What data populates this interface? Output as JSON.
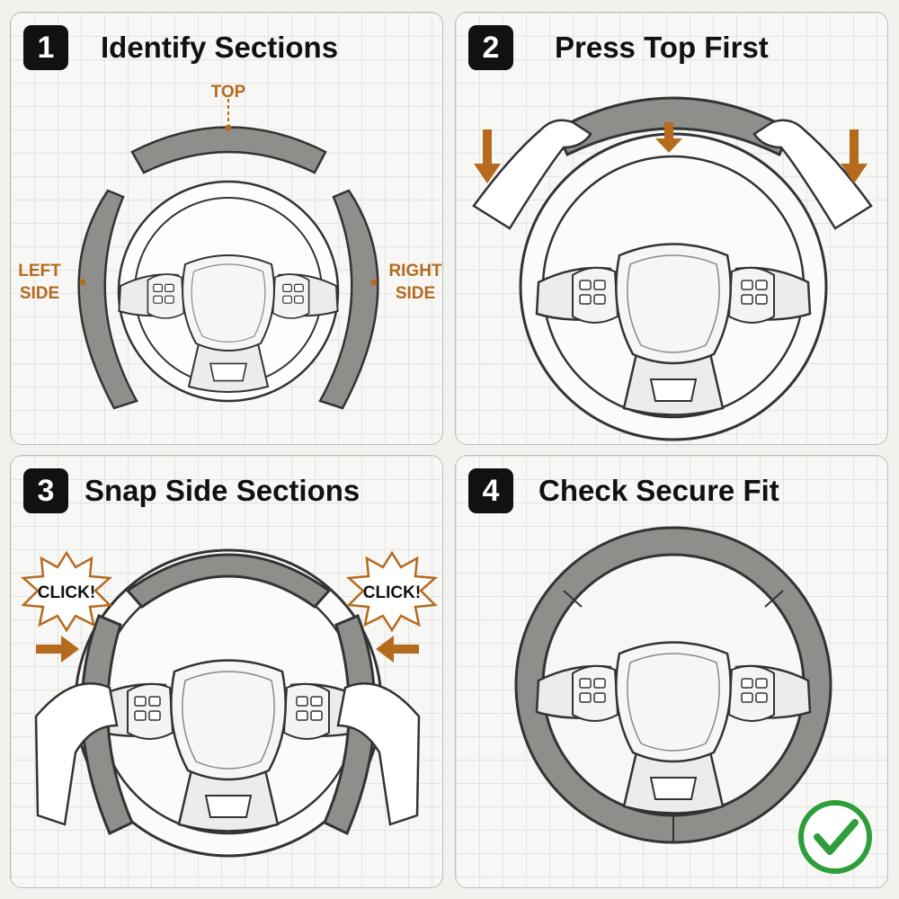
{
  "steps": [
    {
      "number": "1",
      "title": "Identify Sections"
    },
    {
      "number": "2",
      "title": "Press Top First"
    },
    {
      "number": "3",
      "title": "Snap Side Sections"
    },
    {
      "number": "4",
      "title": "Check Secure Fit"
    }
  ],
  "labels": {
    "top": "TOP",
    "left_1": "LEFT",
    "left_2": "SIDE",
    "right_1": "RIGHT",
    "right_2": "SIDE",
    "click": "CLICK!"
  },
  "colors": {
    "accent": "#b56a1e",
    "cover": "#8e8e8b",
    "check": "#2e9e3a"
  },
  "icons": [
    "arrow-down-icon",
    "arrow-right-icon",
    "arrow-left-icon",
    "burst-icon",
    "checkmark-icon",
    "hand-icon"
  ]
}
